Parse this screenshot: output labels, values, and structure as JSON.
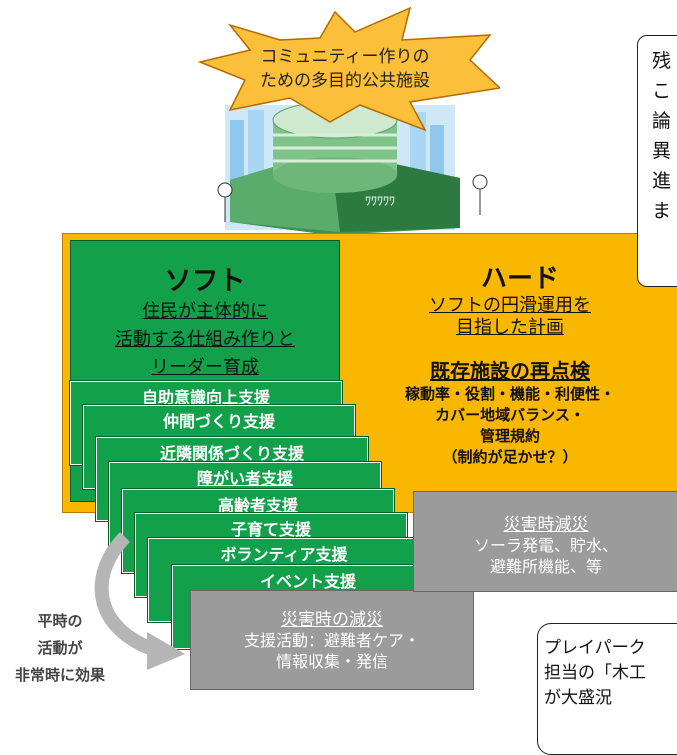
{
  "header_burst": {
    "line1": "コミュニティー作りの",
    "line2": "ための多目的公共施設"
  },
  "top_callout": {
    "lines": [
      "残",
      "こ",
      "論",
      "異",
      "進",
      "ま"
    ]
  },
  "soft": {
    "title": "ソフト",
    "subtitle_lines": [
      "住民が主体的に",
      "活動する仕組み作りと",
      "リーダー育成"
    ],
    "cards": [
      "自助意識向上支援",
      "仲間づくり支援",
      "近隣関係づくり支援",
      "障がい者支援",
      "高齢者支援",
      "子育て支援",
      "ボランティア支援",
      "イベント支援"
    ]
  },
  "hard": {
    "title": "ハード",
    "subtitle_lines": [
      "ソフトの円滑運用を",
      "目指した計画"
    ],
    "review_title": "既存施設の再点検",
    "review_lines": [
      "稼動率・役割・機能・利便性・",
      "カバー地域バランス・",
      "管理規約",
      "（制約が足かせ？）"
    ]
  },
  "disaster_hard": {
    "title": "災害時減災",
    "lines": [
      "ソーラ発電、貯水、",
      "避難所機能、等"
    ]
  },
  "disaster_soft": {
    "title": "災害時の減災",
    "lines": [
      "支援活動：避難者ケア・",
      "情報収集・発信"
    ]
  },
  "side_note": {
    "lines": [
      "平時の",
      "活動が",
      "非常時に効果"
    ]
  },
  "bottom_callout": {
    "lines": [
      "プレイパーク",
      "担当の「木工",
      "が大盛況"
    ]
  },
  "colors": {
    "yellow": "#f9b700",
    "green": "#12a04a",
    "gray": "#9b9b9b"
  }
}
